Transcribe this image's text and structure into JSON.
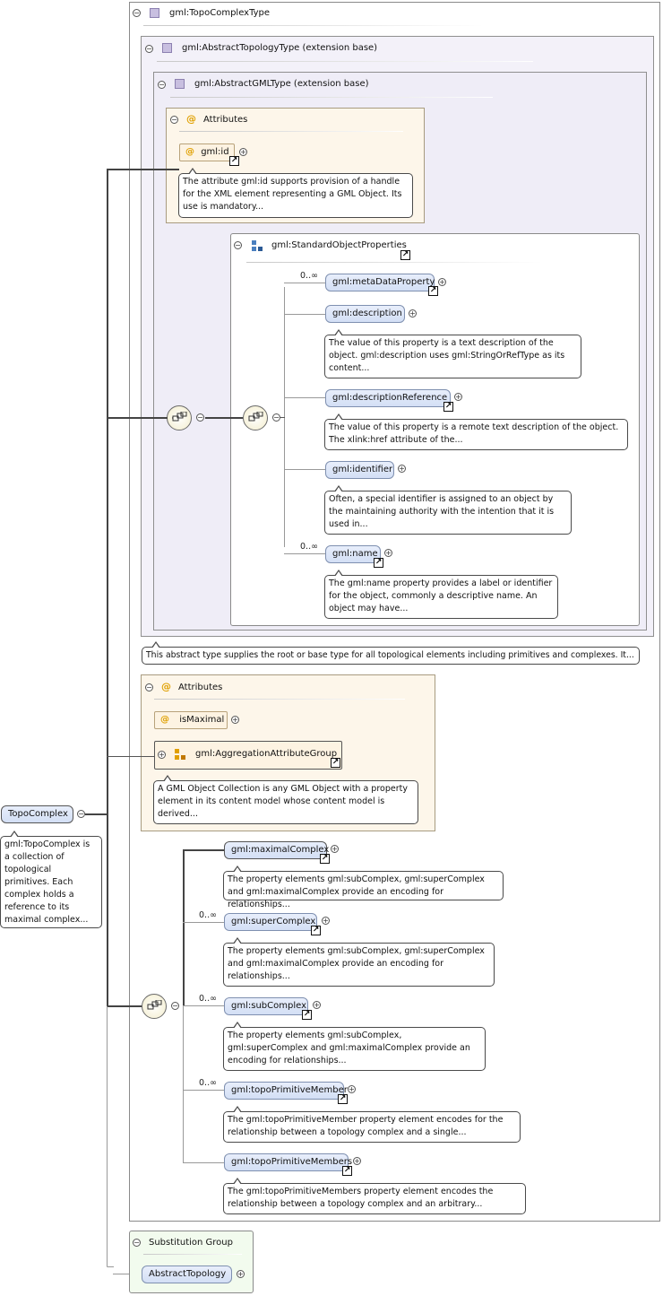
{
  "type_title": "gml:TopoComplexType",
  "abstract_topology_title": "gml:AbstractTopologyType (extension base)",
  "abstract_gml_title": "gml:AbstractGMLType (extension base)",
  "attributes_label": "Attributes",
  "gml_id": {
    "label": "gml:id",
    "note": "The attribute gml:id supports provision of a handle for the XML element representing a GML Object. Its use is mandatory..."
  },
  "standard_object_properties": {
    "label": "gml:StandardObjectProperties",
    "items": [
      {
        "label": "gml:metaDataProperty",
        "cardinality": "0..∞",
        "note": ""
      },
      {
        "label": "gml:description",
        "cardinality": "",
        "note": "The value of this property is a text description of the object. gml:description uses gml:StringOrRefType as its content..."
      },
      {
        "label": "gml:descriptionReference",
        "cardinality": "",
        "note": "The value of this property is a remote text description of the object. The xlink:href attribute of the..."
      },
      {
        "label": "gml:identifier",
        "cardinality": "",
        "note": "Often, a special identifier is assigned to an object by the maintaining authority with the intention that it is used in..."
      },
      {
        "label": "gml:name",
        "cardinality": "0..∞",
        "note": "The gml:name property provides a label or identifier for the object, commonly a descriptive name. An object may have..."
      }
    ]
  },
  "abstract_topology_note": "This abstract type supplies the root or base type for all topological elements including primitives and complexes. It...",
  "topo_attributes": {
    "is_maximal": "isMaximal",
    "aggregation_group": "gml:AggregationAttributeGroup",
    "aggregation_note": "A GML Object Collection is any GML Object with a property element in its content model whose content model is derived..."
  },
  "root": {
    "label": "TopoComplex",
    "note": "gml:TopoComplex is a collection of topological primitives. Each complex holds a reference to its maximal complex..."
  },
  "children": [
    {
      "label": "gml:maximalComplex",
      "cardinality": "",
      "note": "The property elements gml:subComplex, gml:superComplex and gml:maximalComplex provide an encoding for relationships..."
    },
    {
      "label": "gml:superComplex",
      "cardinality": "0..∞",
      "note": "The property elements gml:subComplex, gml:superComplex and gml:maximalComplex provide an encoding for relationships..."
    },
    {
      "label": "gml:subComplex",
      "cardinality": "0..∞",
      "note": "The property elements gml:subComplex, gml:superComplex and gml:maximalComplex provide an encoding for relationships..."
    },
    {
      "label": "gml:topoPrimitiveMember",
      "cardinality": "0..∞",
      "note": "The gml:topoPrimitiveMember property element encodes for the relationship between a topology complex and a single..."
    },
    {
      "label": "gml:topoPrimitiveMembers",
      "cardinality": "",
      "note": "The gml:topoPrimitiveMembers property element encodes the relationship between a topology complex and an arbitrary..."
    }
  ],
  "substitution_group": {
    "label": "Substitution Group",
    "item": "AbstractTopology"
  },
  "symbols": {
    "collapse": "−",
    "expand": "+",
    "link": "↗",
    "at": "@"
  }
}
